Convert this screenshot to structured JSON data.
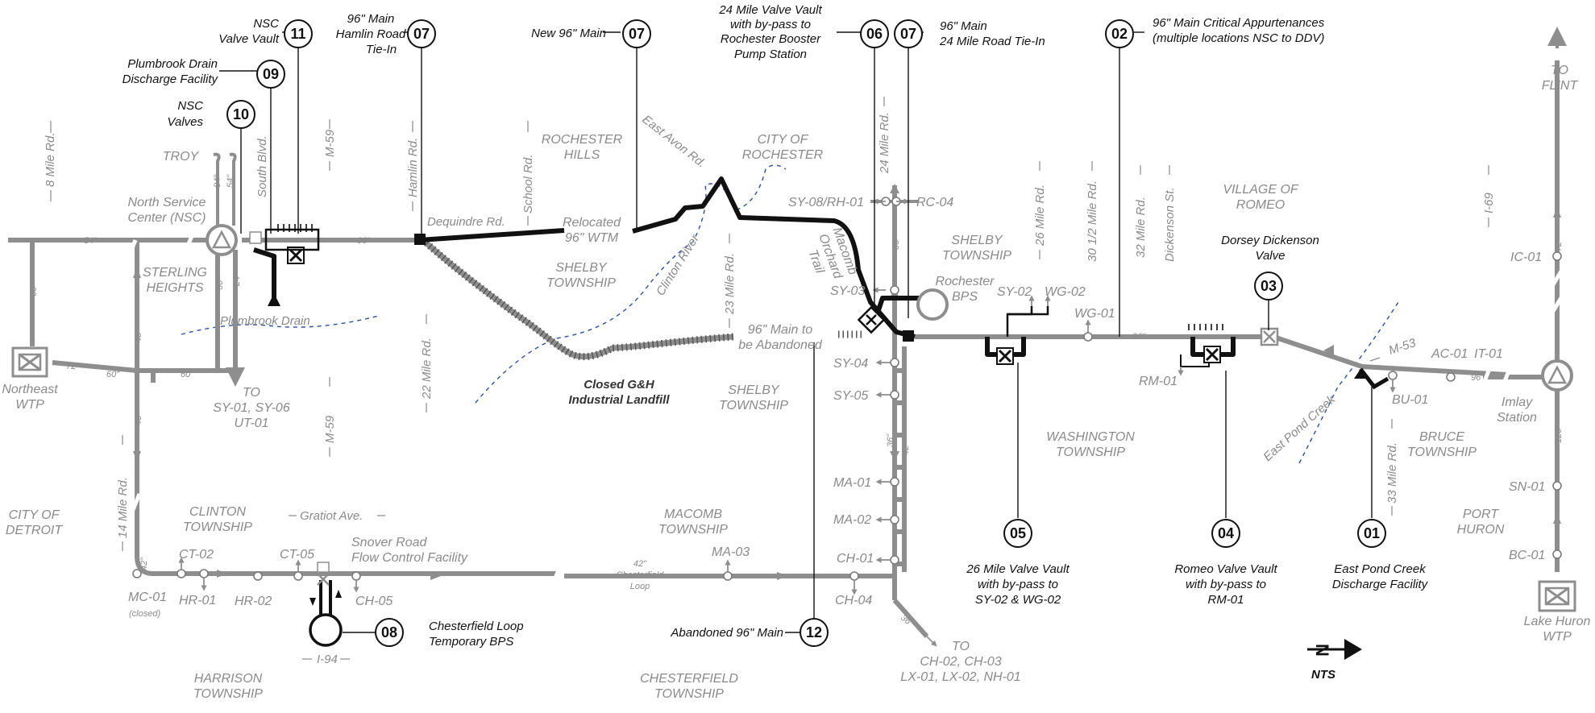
{
  "callouts": [
    {
      "id": "c11",
      "number": "11",
      "label": [
        "NSC",
        "Valve Vault"
      ]
    },
    {
      "id": "c07a",
      "number": "07",
      "label": [
        "96\" Main",
        "Hamlin Road",
        "Tie-In"
      ]
    },
    {
      "id": "c09",
      "number": "09",
      "label": [
        "Plumbrook Drain",
        "Discharge Facility"
      ]
    },
    {
      "id": "c10",
      "number": "10",
      "label": [
        "NSC",
        "Valves"
      ]
    },
    {
      "id": "c07b",
      "number": "07",
      "label": [
        "New 96\" Main"
      ]
    },
    {
      "id": "c06",
      "number": "06",
      "label": [
        "24 Mile Valve Vault",
        "with by-pass to",
        "Rochester Booster",
        "Pump Station"
      ]
    },
    {
      "id": "c07c",
      "number": "07",
      "label": [
        "96\" Main",
        "24 Mile Road Tie-In"
      ]
    },
    {
      "id": "c02",
      "number": "02",
      "label": [
        "96\" Main Critical Appurtenances",
        "(multiple locations NSC to DDV)"
      ]
    },
    {
      "id": "c03",
      "number": "03",
      "label": [
        "Dorsey Dickenson",
        "Valve"
      ]
    },
    {
      "id": "c05",
      "number": "05",
      "label": [
        "26 Mile Valve Vault",
        "with by-pass to",
        "SY-02 & WG-02"
      ]
    },
    {
      "id": "c04",
      "number": "04",
      "label": [
        "Romeo Valve Vault",
        "with by-pass to",
        "RM-01"
      ]
    },
    {
      "id": "c01",
      "number": "01",
      "label": [
        "East Pond Creek",
        "Discharge Facility"
      ]
    },
    {
      "id": "c08",
      "number": "08",
      "label": [
        "Chesterfield Loop",
        "Temporary BPS"
      ]
    },
    {
      "id": "c12",
      "number": "12",
      "label": [
        "Abandoned 96\" Main"
      ]
    }
  ],
  "areas": [
    {
      "id": "troy",
      "lines": [
        "TROY"
      ]
    },
    {
      "id": "sterling",
      "lines": [
        "STERLING",
        "HEIGHTS"
      ]
    },
    {
      "id": "rochester-hills",
      "lines": [
        "ROCHESTER",
        "HILLS"
      ]
    },
    {
      "id": "city-rochester",
      "lines": [
        "CITY OF",
        "ROCHESTER"
      ]
    },
    {
      "id": "shelby-1",
      "lines": [
        "SHELBY",
        "TOWNSHIP"
      ]
    },
    {
      "id": "shelby-2",
      "lines": [
        "SHELBY",
        "TOWNSHIP"
      ]
    },
    {
      "id": "shelby-3",
      "lines": [
        "SHELBY",
        "TOWNSHIP"
      ]
    },
    {
      "id": "romeo",
      "lines": [
        "VILLAGE OF",
        "ROMEO"
      ]
    },
    {
      "id": "washington",
      "lines": [
        "WASHINGTON",
        "TOWNSHIP"
      ]
    },
    {
      "id": "bruce",
      "lines": [
        "BRUCE",
        "TOWNSHIP"
      ]
    },
    {
      "id": "port-huron",
      "lines": [
        "PORT",
        "HURON"
      ]
    },
    {
      "id": "detroit",
      "lines": [
        "CITY OF",
        "DETROIT"
      ]
    },
    {
      "id": "clinton",
      "lines": [
        "CLINTON",
        "TOWNSHIP"
      ]
    },
    {
      "id": "macomb",
      "lines": [
        "MACOMB",
        "TOWNSHIP"
      ]
    },
    {
      "id": "harrison",
      "lines": [
        "HARRISON",
        "TOWNSHIP"
      ]
    },
    {
      "id": "chesterfield",
      "lines": [
        "CHESTERFIELD",
        "TOWNSHIP"
      ]
    }
  ],
  "facilities": [
    {
      "id": "nsc",
      "lines": [
        "North Service",
        "Center (NSC)"
      ]
    },
    {
      "id": "ne-wtp",
      "lines": [
        "Northeast",
        "WTP"
      ]
    },
    {
      "id": "rochester-bps",
      "lines": [
        "Rochester",
        "BPS"
      ]
    },
    {
      "id": "imlay",
      "lines": [
        "Imlay",
        "Station"
      ]
    },
    {
      "id": "lake-huron",
      "lines": [
        "Lake Huron",
        "WTP"
      ]
    },
    {
      "id": "snover",
      "lines": [
        "Snover Road",
        "Flow Control Facility"
      ]
    },
    {
      "id": "landfill",
      "lines": [
        "Closed G&H",
        "Industrial Landfill"
      ]
    },
    {
      "id": "relocated",
      "lines": [
        "Relocated",
        "96\" WTM"
      ]
    },
    {
      "id": "abandon",
      "lines": [
        "96\" Main to",
        "be Abandoned"
      ]
    },
    {
      "id": "to-flint",
      "lines": [
        "TO",
        "FLINT"
      ]
    },
    {
      "id": "to-sy",
      "lines": [
        "TO",
        "SY-01, SY-06",
        "UT-01"
      ]
    },
    {
      "id": "to-ch",
      "lines": [
        "TO",
        "CH-02, CH-03",
        "LX-01, LX-02, NH-01"
      ]
    },
    {
      "id": "macomb-orchard",
      "lines": [
        "Macomb",
        "Orchard",
        "Trail"
      ]
    }
  ],
  "roads": {
    "mile8": "8 Mile Rd.",
    "south_blvd": "South Blvd.",
    "m59_top": "M-59",
    "m59_bot": "M-59",
    "hamlin": "Hamlin Rd.",
    "school": "School Rd.",
    "east_avon": "East Avon Rd.",
    "mile24": "24 Mile Rd.",
    "mile26": "26 Mile Rd.",
    "mile30": "30 1/2 Mile Rd.",
    "mile32": "32 Mile Rd.",
    "dickenson": "Dickenson St.",
    "i69": "I-69",
    "dequindre": "Dequindre Rd.",
    "mile23": "23 Mile Rd.",
    "mile22": "22 Mile Rd.",
    "plumbrook": "Plumbrook Drain",
    "clinton_river": "Clinton River",
    "mile14": "14 Mile Rd.",
    "gratiot": "Gratiot Ave.",
    "i94": "I-94",
    "mile33": "33 Mile Rd.",
    "m53": "M-53",
    "east_pond": "East Pond Creek",
    "chesterfield_loop": [
      "42\"",
      "Chesterfield",
      "Loop"
    ]
  },
  "points": {
    "sy08": "SY-08/RH-01",
    "rc04": "RC-04",
    "sy03": "SY-03",
    "sy02": "SY-02",
    "wg02": "WG-02",
    "wg01": "WG-01",
    "sy04": "SY-04",
    "sy05": "SY-05",
    "ma01": "MA-01",
    "ma02": "MA-02",
    "ch01": "CH-01",
    "ch04": "CH-04",
    "rm01": "RM-01",
    "ac01": "AC-01",
    "it01": "IT-01",
    "bu01": "BU-01",
    "ic01": "IC-01",
    "sn01": "SN-01",
    "bc01": "BC-01",
    "mc01": "MC-01",
    "closed": "(closed)",
    "hr01": "HR-01",
    "hr02": "HR-02",
    "ct02": "CT-02",
    "ct05": "CT-05",
    "ch05": "CH-05",
    "ma03": "MA-03"
  },
  "sizes": {
    "s54a": "54\"",
    "s96a": "96\"",
    "s96b": "96\"",
    "s96c": "96\"",
    "s60a": "60\"",
    "s72a": "72\"",
    "s60b": "60\"",
    "s60c": "60\"",
    "s48a": "48\"",
    "s48b": "48\"",
    "s84": "84\"",
    "s54b": "54\"",
    "s60d": "60\"",
    "s24": "24\"",
    "s36a": "36\"",
    "s36b": "36\"",
    "s42a": "42\"",
    "s42b": "42\"",
    "s36c": "36\"",
    "s72b": "72\"",
    "s120": "120\""
  },
  "legend": {
    "nts": "NTS",
    "north_glyph": "N"
  },
  "colors": {
    "pipe": "#8e8e8e",
    "new_main": "#111111",
    "waterway": "#2c4fa6",
    "text_gray": "#8a8a8a"
  }
}
